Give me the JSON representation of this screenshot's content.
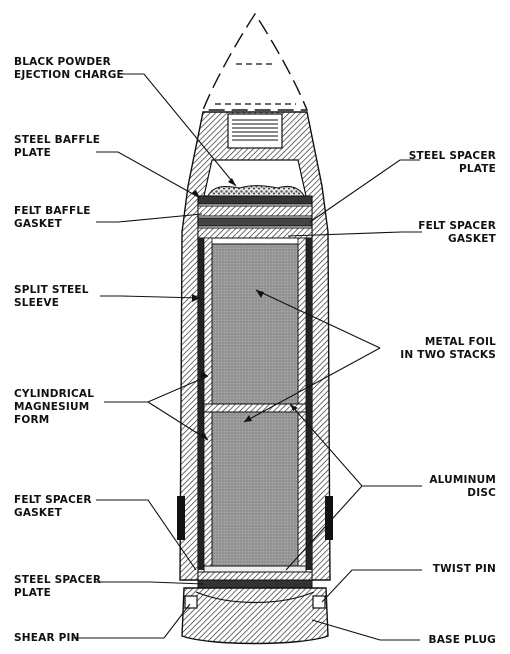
{
  "labels": {
    "black_powder": "BLACK POWDER\nEJECTION CHARGE",
    "steel_baffle": "STEEL BAFFLE\nPLATE",
    "felt_baffle": "FELT BAFFLE\nGASKET",
    "split_sleeve": "SPLIT STEEL\nSLEEVE",
    "magnesium_form": "CYLINDRICAL\nMAGNESIUM\nFORM",
    "felt_spacer_left": "FELT SPACER\nGASKET",
    "steel_spacer_left": "STEEL SPACER\nPLATE",
    "shear_pin": "SHEAR PIN",
    "steel_spacer_right": "STEEL SPACER\nPLATE",
    "felt_spacer_right": "FELT SPACER\nGASKET",
    "metal_foil": "METAL FOIL\nIN TWO STACKS",
    "aluminum_disc": "ALUMINUM\nDISC",
    "twist_pin": "TWIST PIN",
    "base_plug": "BASE PLUG"
  }
}
